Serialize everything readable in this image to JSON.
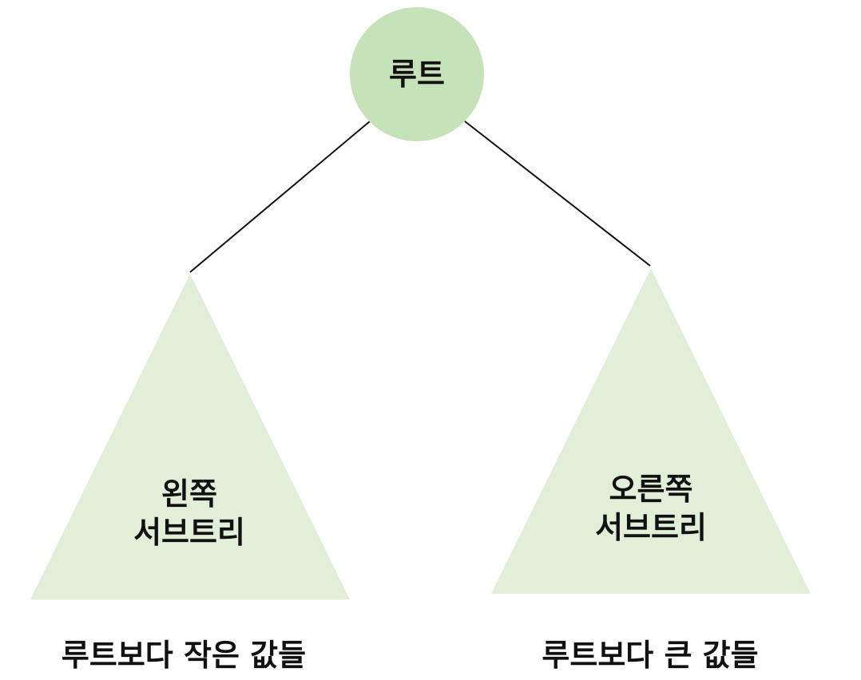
{
  "colors": {
    "root_fill": "#c6e2b8",
    "subtree_fill": "#e1efd9",
    "edge": "#111111",
    "text": "#111111"
  },
  "root": {
    "label": "루트"
  },
  "left_subtree": {
    "label_line1": "왼쪽",
    "label_line2": "서브트리",
    "caption": "루트보다 작은 값들"
  },
  "right_subtree": {
    "label_line1": "오른쪽",
    "label_line2": "서브트리",
    "caption": "루트보다 큰 값들"
  }
}
